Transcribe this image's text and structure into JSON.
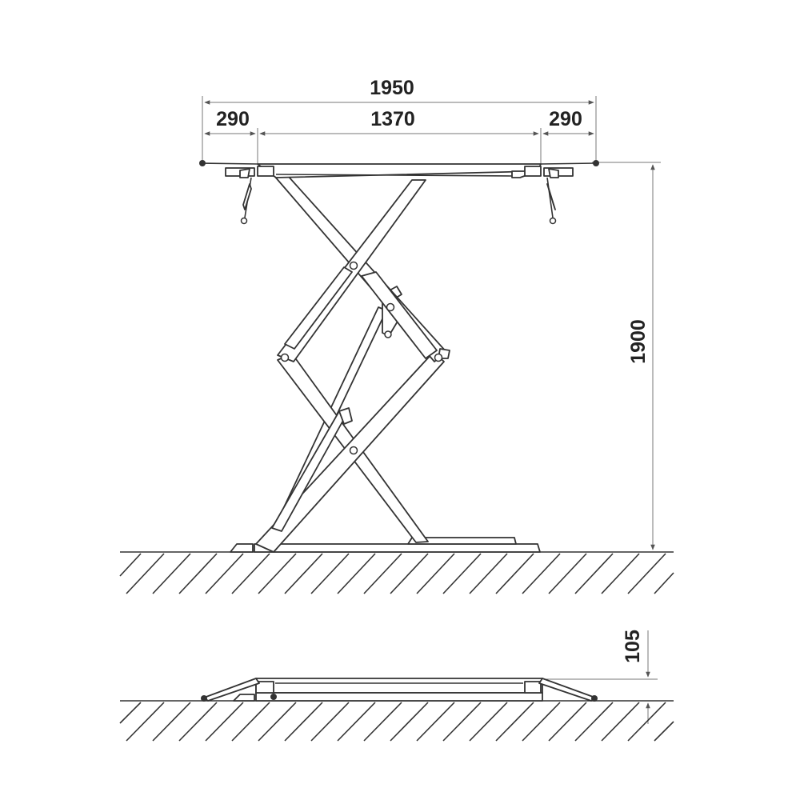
{
  "dimensions": {
    "total_width": "1950",
    "left_ramp": "290",
    "platform_width": "1370",
    "right_ramp": "290",
    "raised_height": "1900",
    "lowered_height": "105"
  },
  "colors": {
    "line": "#333333",
    "background": "#ffffff"
  }
}
